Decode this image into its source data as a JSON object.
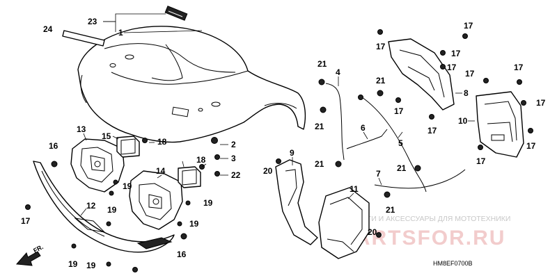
{
  "diagram": {
    "callouts": [
      {
        "id": "c1",
        "text": "1"
      },
      {
        "id": "c2",
        "text": "2"
      },
      {
        "id": "c3",
        "text": "3"
      },
      {
        "id": "c4",
        "text": "4"
      },
      {
        "id": "c5",
        "text": "5"
      },
      {
        "id": "c6",
        "text": "6"
      },
      {
        "id": "c7",
        "text": "7"
      },
      {
        "id": "c8",
        "text": "8"
      },
      {
        "id": "c9",
        "text": "9"
      },
      {
        "id": "c10",
        "text": "10"
      },
      {
        "id": "c11",
        "text": "11"
      },
      {
        "id": "c12",
        "text": "12"
      },
      {
        "id": "c13",
        "text": "13"
      },
      {
        "id": "c14",
        "text": "14"
      },
      {
        "id": "c15",
        "text": "15"
      },
      {
        "id": "c16a",
        "text": "16"
      },
      {
        "id": "c16b",
        "text": "16"
      },
      {
        "id": "c17a",
        "text": "17"
      },
      {
        "id": "c17b",
        "text": "17"
      },
      {
        "id": "c17c",
        "text": "17"
      },
      {
        "id": "c17d",
        "text": "17"
      },
      {
        "id": "c17e",
        "text": "17"
      },
      {
        "id": "c17f",
        "text": "17"
      },
      {
        "id": "c17g",
        "text": "17"
      },
      {
        "id": "c17h",
        "text": "17"
      },
      {
        "id": "c17i",
        "text": "17"
      },
      {
        "id": "c17j",
        "text": "17"
      },
      {
        "id": "c17k",
        "text": "17"
      },
      {
        "id": "c17l",
        "text": "17"
      },
      {
        "id": "c18a",
        "text": "18"
      },
      {
        "id": "c18b",
        "text": "18"
      },
      {
        "id": "c19a",
        "text": "19"
      },
      {
        "id": "c19b",
        "text": "19"
      },
      {
        "id": "c19c",
        "text": "19"
      },
      {
        "id": "c19d",
        "text": "19"
      },
      {
        "id": "c19e",
        "text": "19"
      },
      {
        "id": "c19f",
        "text": "19"
      },
      {
        "id": "c20a",
        "text": "20"
      },
      {
        "id": "c20b",
        "text": "20"
      },
      {
        "id": "c21a",
        "text": "21"
      },
      {
        "id": "c21b",
        "text": "21"
      },
      {
        "id": "c21c",
        "text": "21"
      },
      {
        "id": "c21d",
        "text": "21"
      },
      {
        "id": "c21e",
        "text": "21"
      },
      {
        "id": "c21f",
        "text": "21"
      },
      {
        "id": "c22",
        "text": "22"
      },
      {
        "id": "c23",
        "text": "23"
      },
      {
        "id": "c24",
        "text": "24"
      }
    ],
    "front_indicator": "FR.",
    "diagram_code": "HM8EF0700B"
  },
  "watermark": {
    "tagline": "ЗАПЧАСТИ И АКСЕССУАРЫ ДЛЯ МОТОТЕХНИКИ",
    "brand": "PARTSFOR.RU"
  },
  "colors": {
    "line": "#000000",
    "watermark_text": "#c8c8c8",
    "watermark_brand": "#f2cccc"
  }
}
